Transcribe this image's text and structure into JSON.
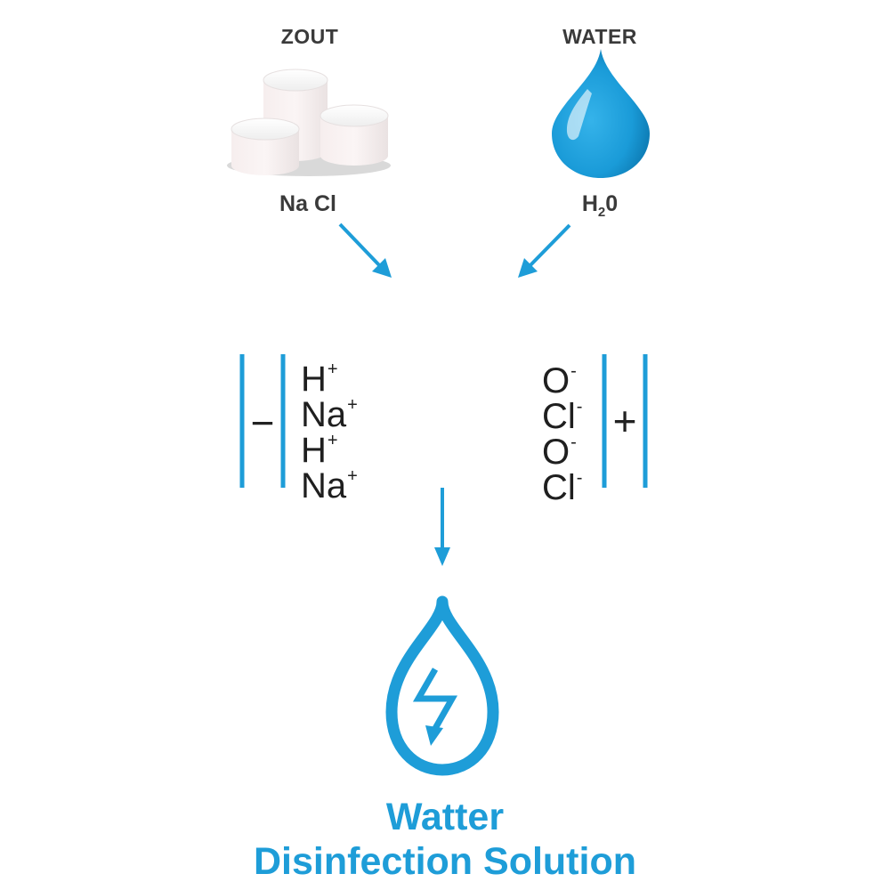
{
  "inputs": {
    "salt": {
      "heading": "ZOUT",
      "formula": "Na Cl"
    },
    "water": {
      "heading": "WATER",
      "formula_main": "H",
      "formula_sub": "2",
      "formula_end": "0"
    }
  },
  "electrolysis": {
    "cathode": {
      "sign": "−",
      "ions": [
        {
          "symbol": "H",
          "charge": "+"
        },
        {
          "symbol": "Na",
          "charge": "+"
        },
        {
          "symbol": "H",
          "charge": "+"
        },
        {
          "symbol": "Na",
          "charge": "+"
        }
      ]
    },
    "anode": {
      "sign": "+",
      "ions": [
        {
          "symbol": "O",
          "charge": "-"
        },
        {
          "symbol": "Cl",
          "charge": "-"
        },
        {
          "symbol": "O",
          "charge": "-"
        },
        {
          "symbol": "Cl",
          "charge": "-"
        }
      ]
    }
  },
  "output": {
    "title_line1": "Watter",
    "title_line2": "Disinfection Solution"
  },
  "colors": {
    "accent": "#1e9dd8",
    "text": "#3a3a3a"
  }
}
